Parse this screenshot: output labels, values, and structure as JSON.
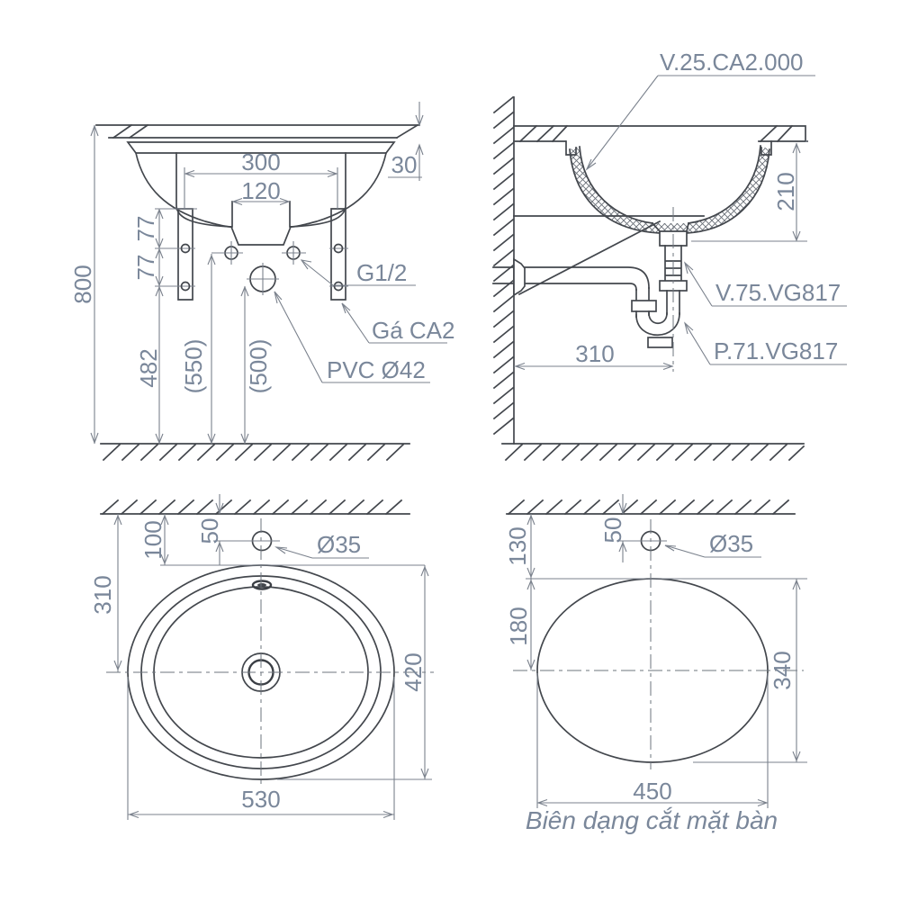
{
  "drawing": {
    "front": {
      "h800": "800",
      "w300": "300",
      "w120": "120",
      "t30": "30",
      "s77_upper": "77",
      "s77_lower": "77",
      "h482": "482",
      "h550": "(550)",
      "h500": "(500)",
      "thread_label": "G1/2",
      "bracket_label": "Gá CA2",
      "drainpipe_label": "PVC Ø42"
    },
    "side": {
      "model_label": "V.25.CA2.000",
      "d210": "210",
      "d310": "310",
      "valve_label": "V.75.VG817",
      "trap_label": "P.71.VG817"
    },
    "plan": {
      "d100": "100",
      "d50": "50",
      "d310": "310",
      "d420": "420",
      "d530": "530",
      "hole_label": "Ø35"
    },
    "cut": {
      "d130": "130",
      "d50": "50",
      "d180": "180",
      "d340": "340",
      "d450": "450",
      "hole_label": "Ø35",
      "caption": "Biên dạng cắt mặt bàn"
    },
    "colors": {
      "object_line": "#43474d",
      "dimension_line": "#7b828d",
      "text": "#7a879a",
      "background": "#ffffff"
    }
  }
}
